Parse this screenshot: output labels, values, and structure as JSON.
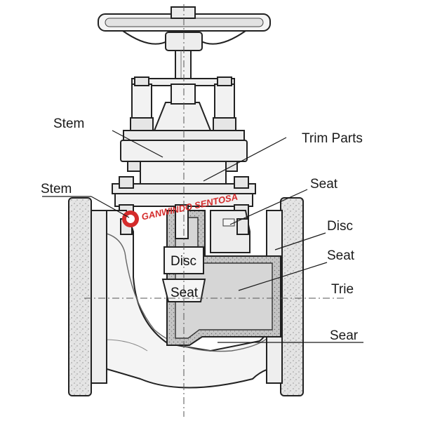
{
  "labels": {
    "stem_top": "Stem",
    "trim_parts": "Trim Parts",
    "stem_left": "Stem",
    "seat_right_top": "Seat",
    "disc_right": "Disc",
    "seat_right_mid": "Seat",
    "trie": "Trie",
    "sear": "Sear",
    "disc_inner": "Disc",
    "seat_inner": "Seat"
  },
  "watermark": {
    "text": "GANWINDO SENTOSA",
    "color": "#d42b2b"
  },
  "colors": {
    "outline": "#222222",
    "body_fill": "#f3f3f3",
    "flange_fill": "#e9e9e9",
    "section_fill": "#b9b9b9",
    "cavity_fill": "#d8d8d8"
  }
}
